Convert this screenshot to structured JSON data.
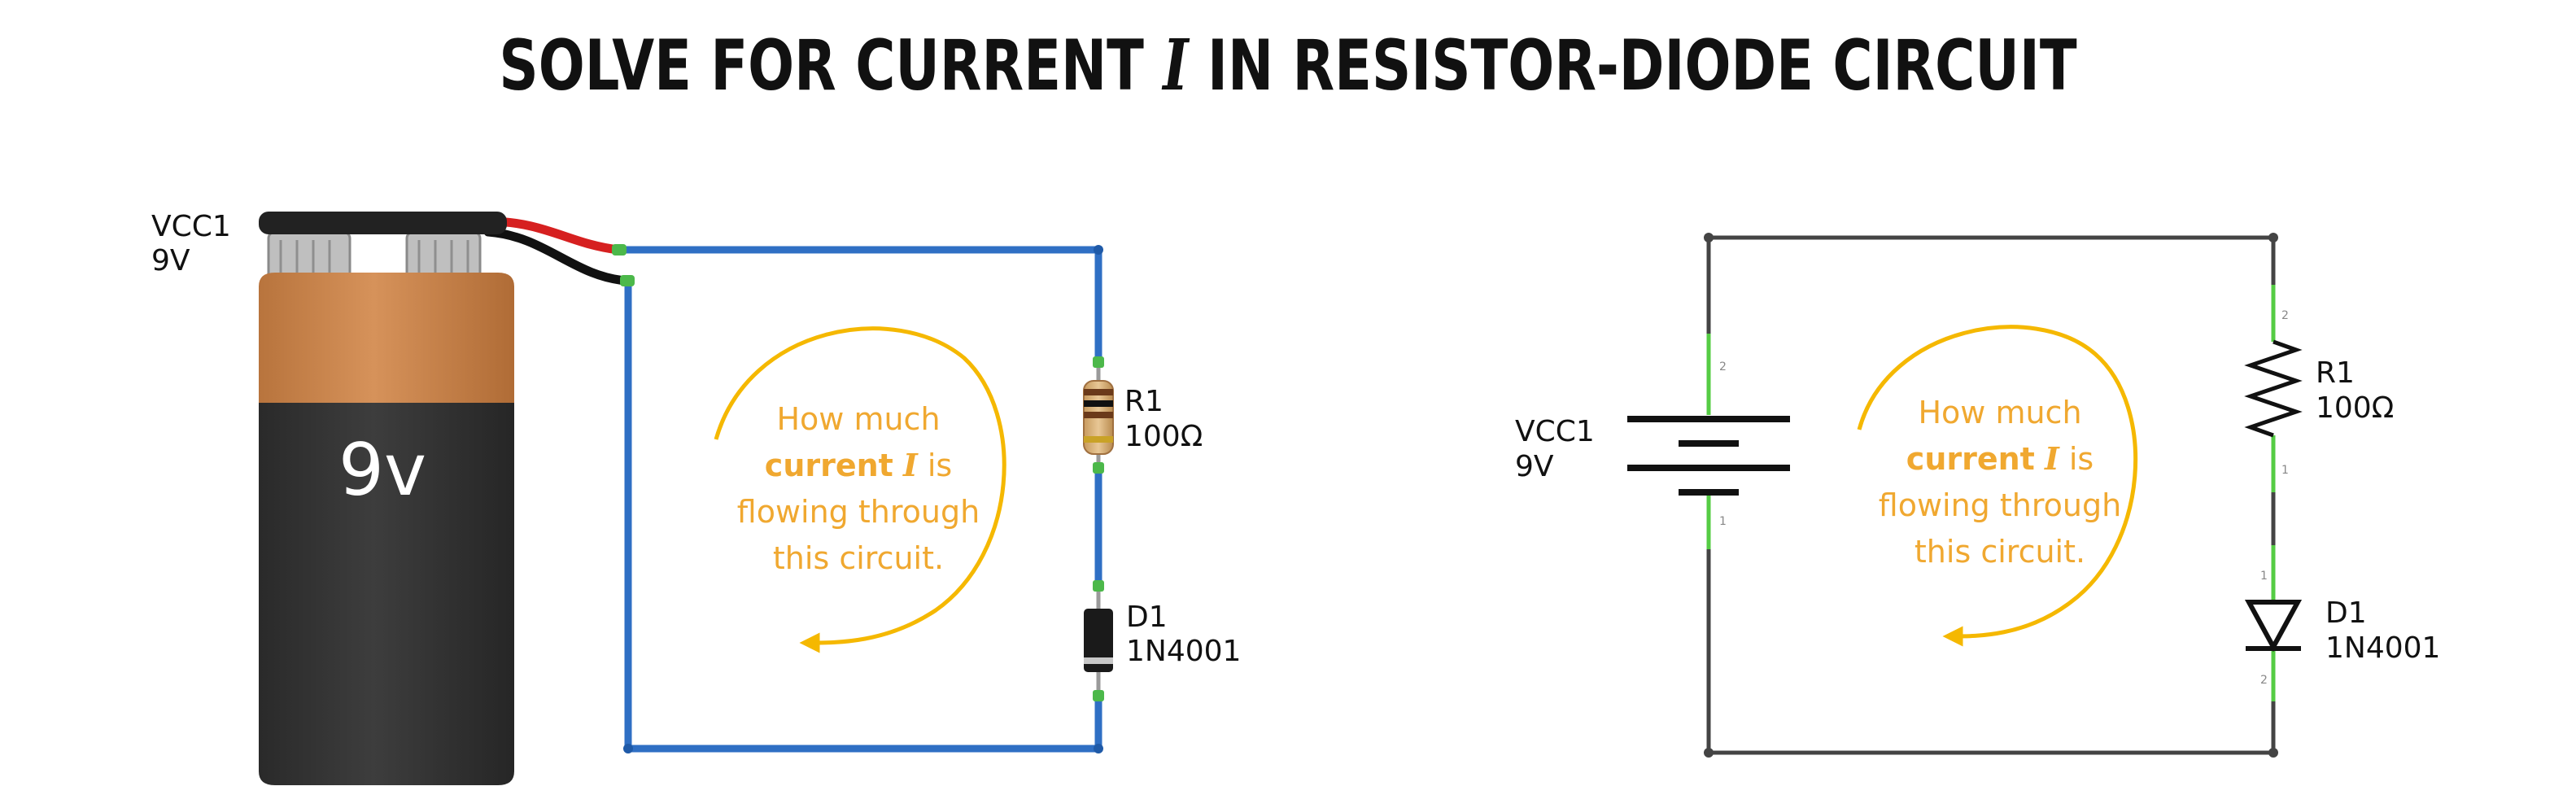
{
  "title": {
    "before": "SOLVE FOR CURRENT",
    "variable": "I",
    "after": "IN RESISTOR-DIODE CIRCUIT"
  },
  "breadboard": {
    "battery": {
      "label": "VCC1",
      "value": "9V",
      "face_text": "9v"
    },
    "resistor": {
      "label": "R1",
      "value": "100Ω"
    },
    "diode": {
      "label": "D1",
      "value": "1N4001"
    },
    "annotation": {
      "line1": "How much",
      "line2_bold": "current",
      "line2_var": "I",
      "line2_after": "is",
      "line3": "flowing through",
      "line4": "this circuit."
    }
  },
  "schematic": {
    "battery": {
      "label": "VCC1",
      "value": "9V",
      "pin_top": "2",
      "pin_bottom": "1"
    },
    "resistor": {
      "label": "R1",
      "value": "100Ω",
      "pin_top": "2",
      "pin_bottom": "1"
    },
    "diode": {
      "label": "D1",
      "value": "1N4001",
      "pin_top": "1",
      "pin_bottom": "2"
    },
    "annotation": {
      "line1": "How much",
      "line2_bold": "current",
      "line2_var": "I",
      "line2_after": "is",
      "line3": "flowing through",
      "line4": "this circuit."
    }
  },
  "colors": {
    "wire_blue": "#2f6fc4",
    "wire_schematic": "#444444",
    "pin_green": "#55cc44",
    "annotation_orange": "#f5b800",
    "annotation_text": "#f0a830",
    "battery_copper": "#d28a4d",
    "battery_body": "#3a3a3a"
  }
}
